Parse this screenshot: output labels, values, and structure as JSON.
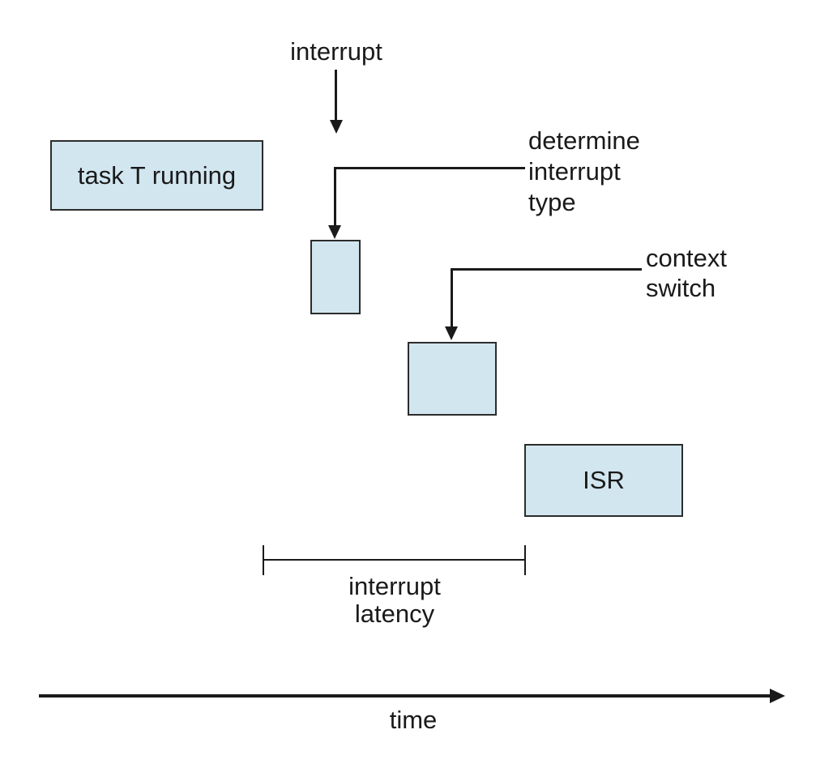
{
  "labels": {
    "interrupt": "interrupt",
    "determine_interrupt_type": {
      "lines": [
        "determine",
        "interrupt",
        "type"
      ]
    },
    "context_switch": {
      "lines": [
        "context",
        "switch"
      ]
    },
    "interrupt_latency": {
      "lines": [
        "interrupt",
        "latency"
      ]
    },
    "time": "time"
  },
  "boxes": {
    "task_running": {
      "label": "task T running"
    },
    "isr": {
      "label": "ISR"
    }
  },
  "colors": {
    "background": "#ffffff",
    "box_fill": "#d2e6f0",
    "box_border": "#2c2c2c",
    "line": "#1a1a1a",
    "text": "#1a1a1a"
  }
}
